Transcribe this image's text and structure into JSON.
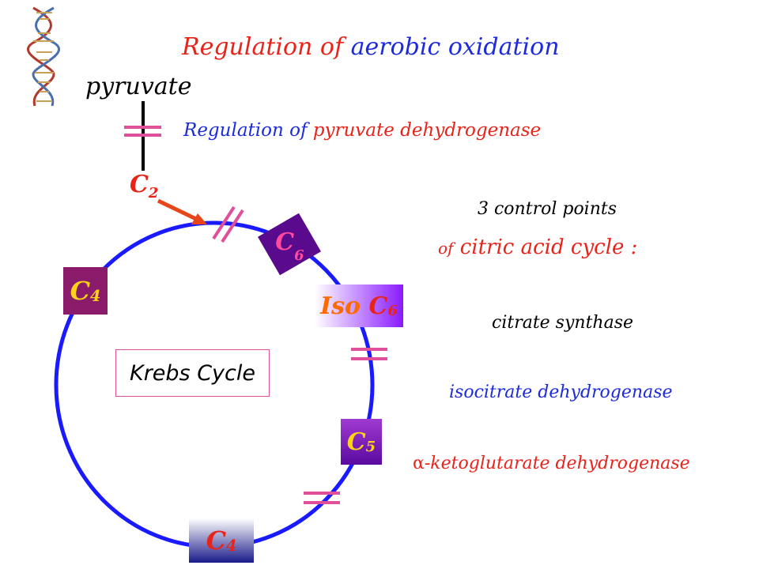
{
  "title": {
    "part1": "Regulation of",
    "part2": "aerobic oxidation"
  },
  "pyruvate_label": "pyruvate",
  "pdh_heading": {
    "part1": "Regulation of",
    "part2": "pyruvate dehydrogenase"
  },
  "c2_label": {
    "main": "C",
    "sub": "2"
  },
  "control_points": {
    "line1": "3 control points",
    "line2_prefix": "of",
    "line2_main": "citric acid cycle :"
  },
  "enzymes": {
    "citrate_synthase": "citrate synthase",
    "isocitrate_dehydrogenase": "isocitrate dehydrogenase",
    "akg_alpha": "α",
    "akg_rest": "-ketoglutarate dehydrogenase"
  },
  "cycle_center_label": "Krebs Cycle",
  "intermediates": {
    "c6": {
      "main": "C",
      "sub": "6"
    },
    "iso_c6": {
      "prefix": "Iso",
      "main": "C",
      "sub": "6"
    },
    "c5": {
      "main": "C",
      "sub": "5"
    },
    "c4_bottom": {
      "main": "C",
      "sub": "4"
    },
    "c4_left": {
      "main": "C",
      "sub": "4"
    }
  },
  "colors": {
    "red": "#e8231a",
    "blue": "#1c2bdc",
    "cycle_blue": "#1a1aff",
    "pink_marks": "#e0509a",
    "arrow_orange": "#e8461a",
    "c6_purple": "#5a0a8c",
    "c4_magenta": "#8a1a6a"
  }
}
